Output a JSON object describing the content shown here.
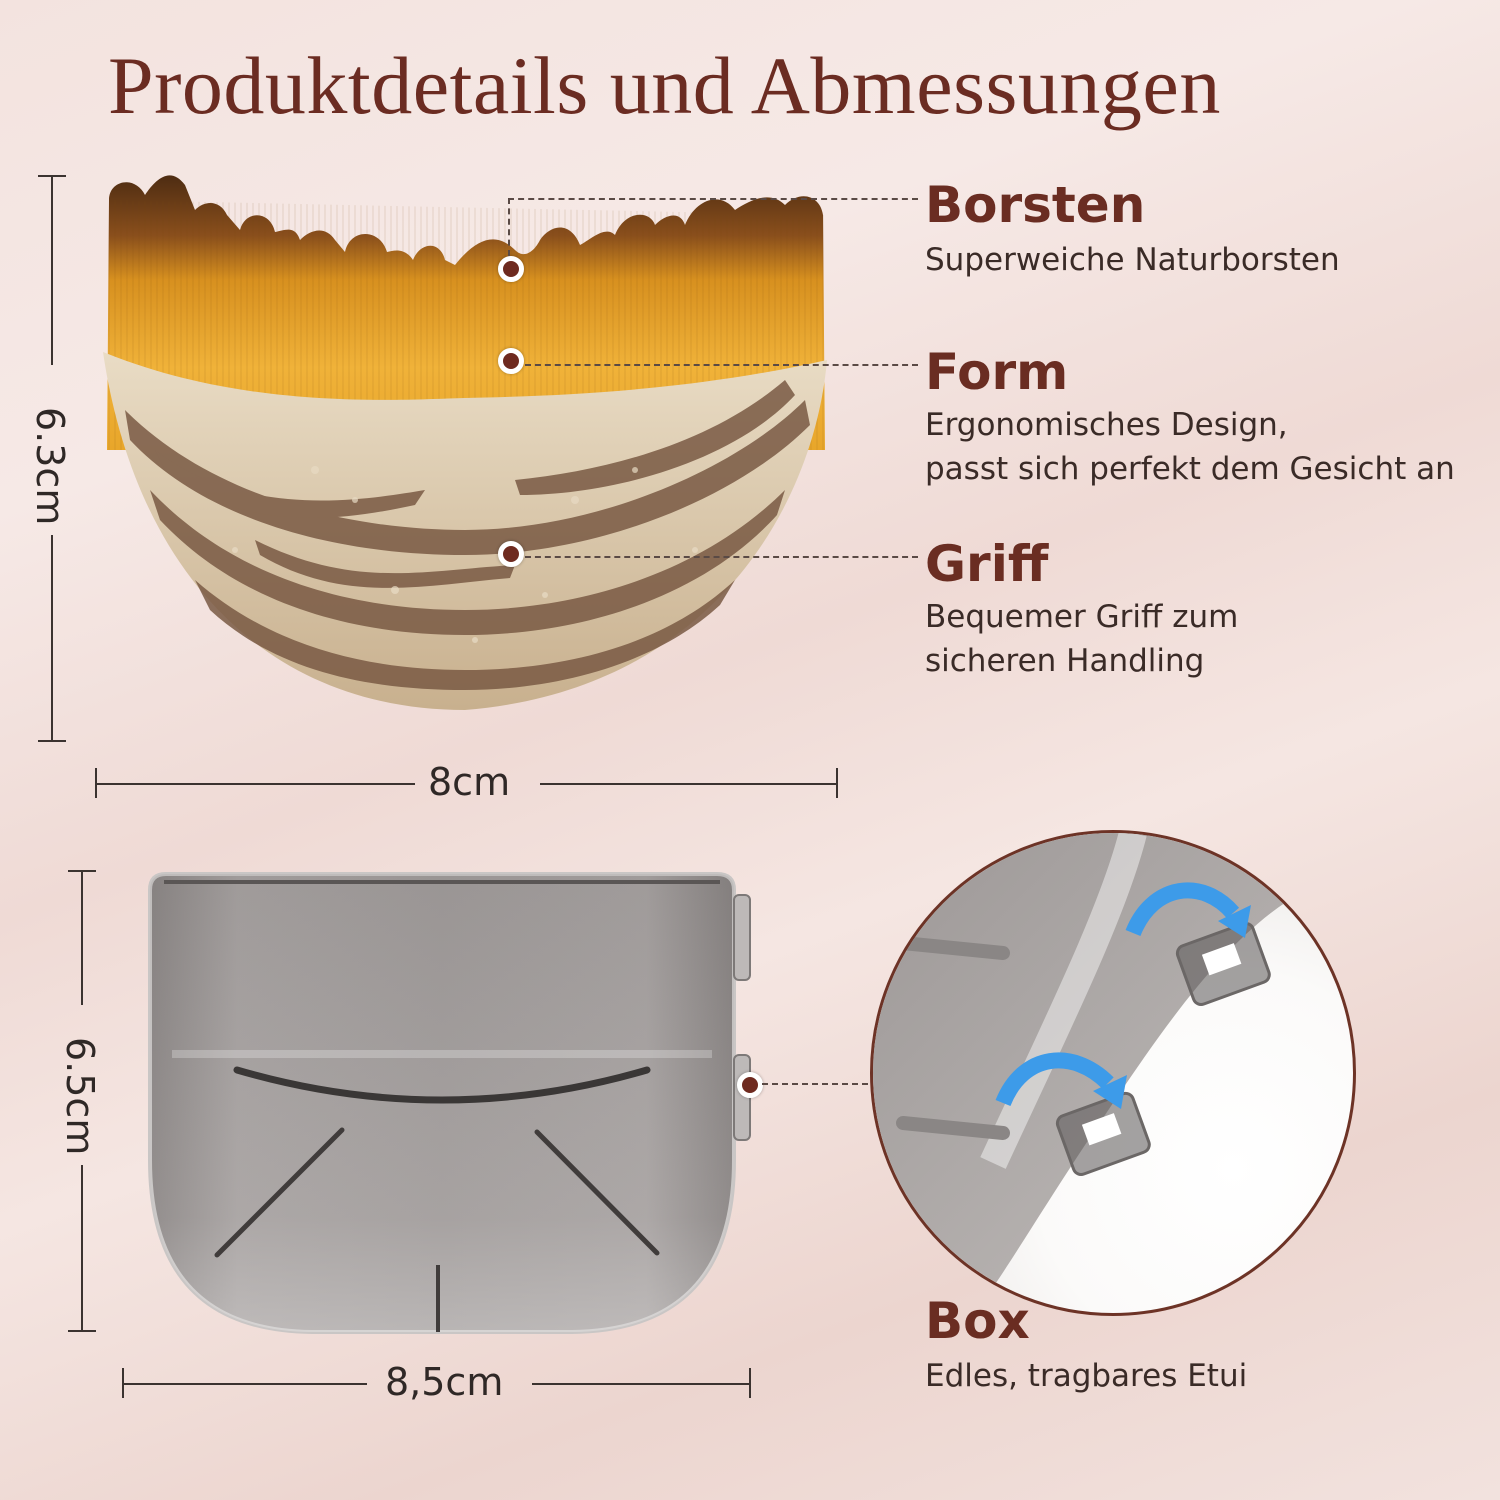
{
  "header": {
    "title": "Produktdetails und Abmessungen"
  },
  "colors": {
    "title": "#6b2c22",
    "feature_heading": "#6a2d22",
    "body_text": "#3a2b27",
    "background": "#f3e3df",
    "bristle_tip": "#5b3516",
    "bristle_base": "#e8a62a",
    "handle_dark": "#7a5a44",
    "handle_light": "#e6d8c0",
    "case_gray": "#9a9594",
    "arrow_blue": "#3d9be9",
    "marker_dot": "#6e2a1f"
  },
  "dimensions": {
    "brush_height": "6.3cm",
    "brush_width": "8cm",
    "box_height": "6.5cm",
    "box_width": "8,5cm"
  },
  "features": [
    {
      "title": "Borsten",
      "description_lines": [
        "Superweiche Naturborsten"
      ]
    },
    {
      "title": "Form",
      "description_lines": [
        "Ergonomisches Design,",
        "passt sich perfekt dem Gesicht an"
      ]
    },
    {
      "title": "Griff",
      "description_lines": [
        "Bequemer Griff zum",
        "sicheren Handling"
      ]
    },
    {
      "title": "Box",
      "description_lines": [
        "Edles, tragbares Etui"
      ]
    }
  ],
  "icons": {
    "callout_marker": "marker-dot-icon",
    "rotate_arrow": "curved-arrow-icon"
  }
}
